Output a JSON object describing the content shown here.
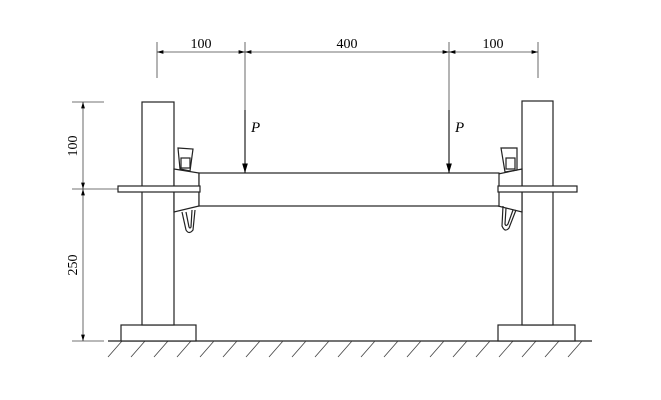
{
  "dimensions": {
    "top_left": "100",
    "top_middle": "400",
    "top_right": "100",
    "vertical_upper": "100",
    "vertical_lower": "250"
  },
  "loads": {
    "left": "P",
    "right": "P"
  }
}
